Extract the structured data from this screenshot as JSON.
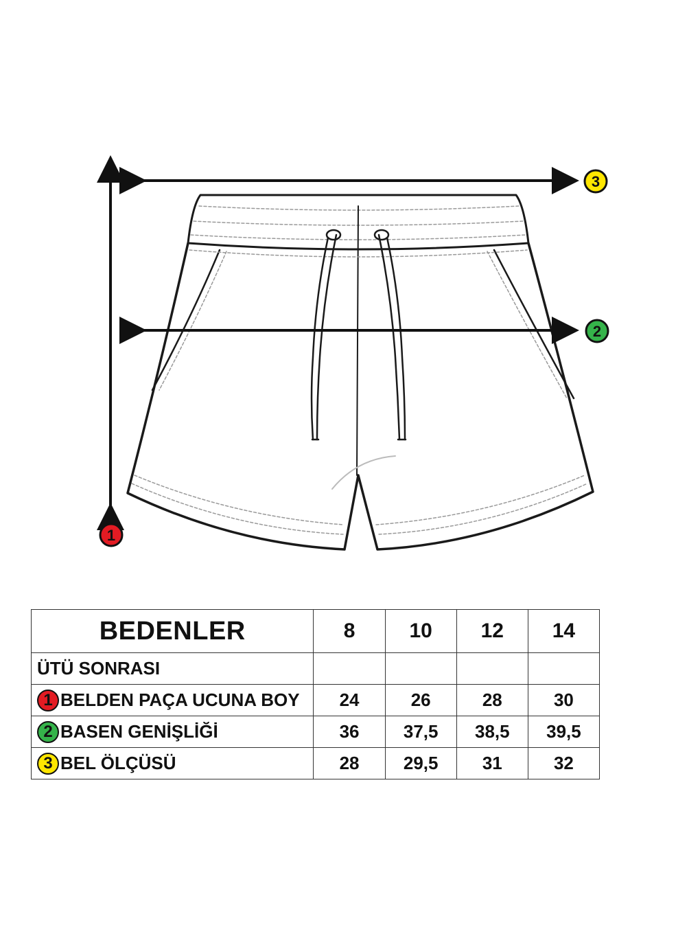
{
  "diagram": {
    "markers": [
      {
        "number": "1",
        "color": "#e31b23"
      },
      {
        "number": "2",
        "color": "#35b34a"
      },
      {
        "number": "3",
        "color": "#ffe600"
      }
    ]
  },
  "table": {
    "title": "BEDENLER",
    "sizes": [
      "8",
      "10",
      "12",
      "14"
    ],
    "subtitle": "ÜTÜ SONRASI",
    "rows": [
      {
        "number": "1",
        "color": "#e31b23",
        "label": "BELDEN PAÇA UCUNA BOY",
        "values": [
          "24",
          "26",
          "28",
          "30"
        ]
      },
      {
        "number": "2",
        "color": "#35b34a",
        "label": "BASEN GENİŞLİĞİ",
        "values": [
          "36",
          "37,5",
          "38,5",
          "39,5"
        ]
      },
      {
        "number": "3",
        "color": "#ffe600",
        "label": "BEL ÖLÇÜSÜ",
        "values": [
          "28",
          "29,5",
          "31",
          "32"
        ]
      }
    ]
  }
}
